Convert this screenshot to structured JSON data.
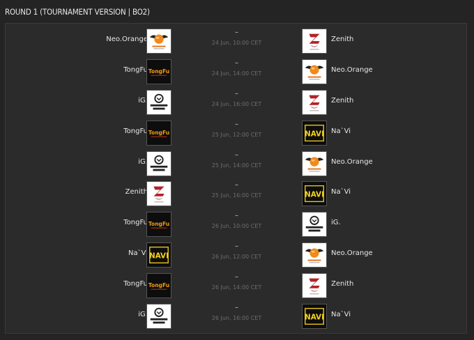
{
  "section_title": "ROUND 1 (TOURNAMENT VERSION | BO2)",
  "logo_texts": {
    "tongfu": "TongFu",
    "navi": "NAVI"
  },
  "matches": [
    {
      "home": "Neo.Orange",
      "home_logo": "neo-orange",
      "score": "–",
      "date": "24 Jun, 10:00 CET",
      "away": "Zenith",
      "away_logo": "zenith"
    },
    {
      "home": "TongFu",
      "home_logo": "tongfu",
      "score": "–",
      "date": "24 Jun, 14:00 CET",
      "away": "Neo.Orange",
      "away_logo": "neo-orange"
    },
    {
      "home": "iG.",
      "home_logo": "ig",
      "score": "–",
      "date": "24 Jun, 16:00 CET",
      "away": "Zenith",
      "away_logo": "zenith"
    },
    {
      "home": "TongFu",
      "home_logo": "tongfu",
      "score": "–",
      "date": "25 Jun, 12:00 CET",
      "away": "Na`Vi",
      "away_logo": "navi"
    },
    {
      "home": "iG.",
      "home_logo": "ig",
      "score": "–",
      "date": "25 Jun, 14:00 CET",
      "away": "Neo.Orange",
      "away_logo": "neo-orange"
    },
    {
      "home": "Zenith",
      "home_logo": "zenith",
      "score": "–",
      "date": "25 Jun, 16:00 CET",
      "away": "Na`Vi",
      "away_logo": "navi"
    },
    {
      "home": "TongFu",
      "home_logo": "tongfu",
      "score": "–",
      "date": "26 Jun, 10:00 CET",
      "away": "iG.",
      "away_logo": "ig"
    },
    {
      "home": "Na`Vi",
      "home_logo": "navi",
      "score": "–",
      "date": "26 Jun, 12:00 CET",
      "away": "Neo.Orange",
      "away_logo": "neo-orange"
    },
    {
      "home": "TongFu",
      "home_logo": "tongfu",
      "score": "–",
      "date": "26 Jun, 14:00 CET",
      "away": "Zenith",
      "away_logo": "zenith"
    },
    {
      "home": "iG.",
      "home_logo": "ig",
      "score": "–",
      "date": "26 Jun, 16:00 CET",
      "away": "Na`Vi",
      "away_logo": "navi"
    }
  ]
}
